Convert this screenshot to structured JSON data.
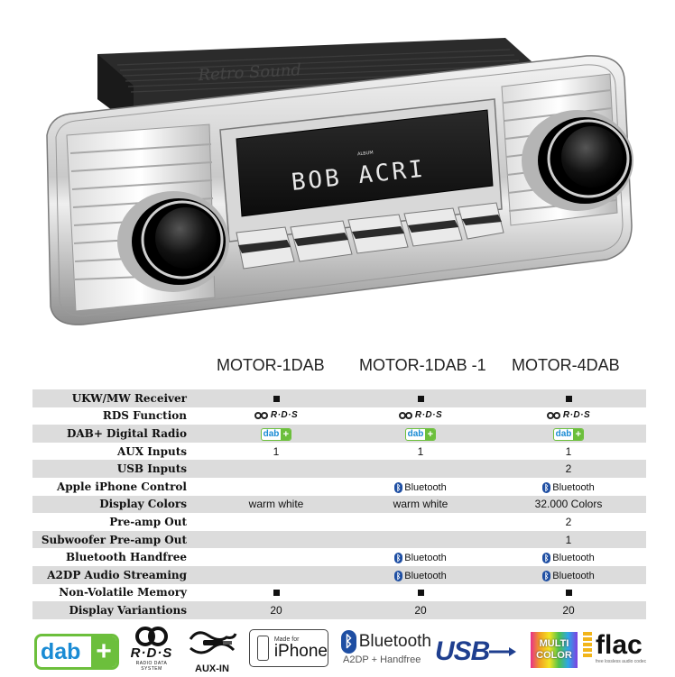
{
  "product": {
    "display_text": "BOB ACRI",
    "display_small": "ALBUM",
    "brand_engraving": "Retro Sound"
  },
  "models": [
    "MOTOR-1DAB",
    "MOTOR-1DAB -1",
    "MOTOR-4DAB"
  ],
  "features": [
    {
      "label": "UKW/MW Receiver",
      "values": [
        {
          "type": "square"
        },
        {
          "type": "square"
        },
        {
          "type": "square"
        }
      ]
    },
    {
      "label": "RDS Function",
      "values": [
        {
          "type": "rds"
        },
        {
          "type": "rds"
        },
        {
          "type": "rds"
        }
      ]
    },
    {
      "label": "DAB+ Digital Radio",
      "values": [
        {
          "type": "dab"
        },
        {
          "type": "dab"
        },
        {
          "type": "dab"
        }
      ]
    },
    {
      "label": "AUX Inputs",
      "values": [
        {
          "type": "text",
          "text": "1"
        },
        {
          "type": "text",
          "text": "1"
        },
        {
          "type": "text",
          "text": "1"
        }
      ]
    },
    {
      "label": "USB Inputs",
      "values": [
        {
          "type": "empty"
        },
        {
          "type": "empty"
        },
        {
          "type": "text",
          "text": "2"
        }
      ]
    },
    {
      "label": "Apple iPhone Control",
      "values": [
        {
          "type": "empty"
        },
        {
          "type": "bluetooth"
        },
        {
          "type": "bluetooth"
        }
      ]
    },
    {
      "label": "Display Colors",
      "values": [
        {
          "type": "text",
          "text": "warm white"
        },
        {
          "type": "text",
          "text": "warm white"
        },
        {
          "type": "text",
          "text": "32.000 Colors"
        }
      ]
    },
    {
      "label": "Pre-amp Out",
      "values": [
        {
          "type": "empty"
        },
        {
          "type": "empty"
        },
        {
          "type": "text",
          "text": "2"
        }
      ]
    },
    {
      "label": "Subwoofer Pre-amp Out",
      "values": [
        {
          "type": "empty"
        },
        {
          "type": "empty"
        },
        {
          "type": "text",
          "text": "1"
        }
      ]
    },
    {
      "label": "Bluetooth Handfree",
      "values": [
        {
          "type": "empty"
        },
        {
          "type": "bluetooth"
        },
        {
          "type": "bluetooth"
        }
      ]
    },
    {
      "label": "A2DP Audio Streaming",
      "values": [
        {
          "type": "empty"
        },
        {
          "type": "bluetooth"
        },
        {
          "type": "bluetooth"
        }
      ]
    },
    {
      "label": "Non-Volatile Memory",
      "values": [
        {
          "type": "square"
        },
        {
          "type": "square"
        },
        {
          "type": "square"
        }
      ]
    },
    {
      "label": "Display Variantions",
      "values": [
        {
          "type": "text",
          "text": "20"
        },
        {
          "type": "text",
          "text": "20"
        },
        {
          "type": "text",
          "text": "20"
        }
      ]
    }
  ],
  "badges": {
    "rds_text": "R·D·S",
    "dab_text": "dab",
    "dab_plus": "+",
    "bt_text": "Bluetooth",
    "bt_glyph": "ᛒ"
  },
  "logos": {
    "dab": {
      "text": "dab",
      "plus": "+"
    },
    "rds": {
      "text": "R·D·S",
      "sub": "RADIO DATA SYSTEM"
    },
    "aux": {
      "text": "AUX-IN"
    },
    "iphone": {
      "small": "Made for",
      "big": "iPhone"
    },
    "bluetooth": {
      "text": "Bluetooth",
      "sub": "A2DP + Handfree",
      "glyph": "ᛒ"
    },
    "usb": {
      "text": "USB"
    },
    "multicolor": {
      "line1": "MULTI",
      "line2": "COLOR"
    },
    "flac": {
      "text": "flac",
      "sub": "free lossless audio codec"
    }
  },
  "colors": {
    "row_alt": "#dcdcdc",
    "dab_green": "#6cbf3c",
    "dab_blue": "#1a8bd4",
    "bluetooth_blue": "#1f4fa3",
    "usb_blue": "#1f3f8f"
  }
}
